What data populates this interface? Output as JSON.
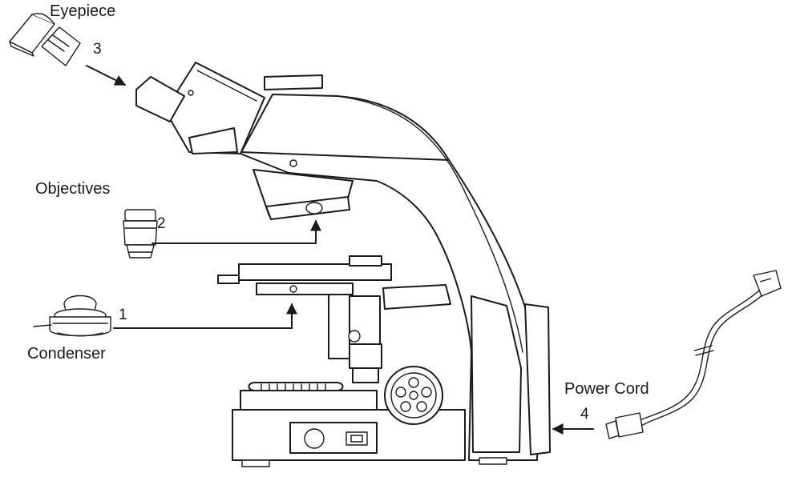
{
  "labels": {
    "eyepiece": "Eyepiece",
    "objectives": "Objectives",
    "condenser": "Condenser",
    "power_cord": "Power Cord"
  },
  "steps": {
    "condenser": "1",
    "objectives": "2",
    "eyepiece": "3",
    "power_cord": "4"
  },
  "colors": {
    "line": "#1a1a1a",
    "background": "#ffffff"
  }
}
